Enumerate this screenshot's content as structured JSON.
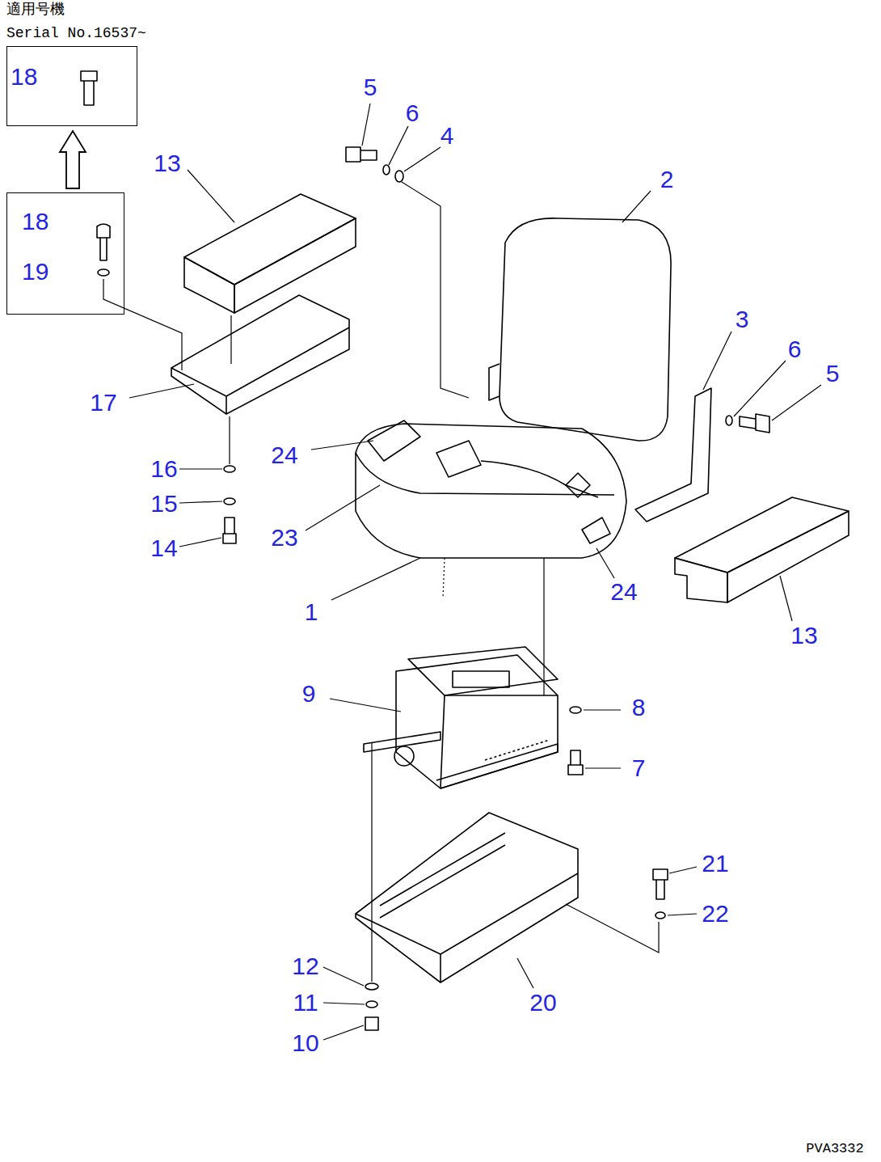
{
  "diagram": {
    "nodes": [
      {
        "text": [
          "18"
        ]
      },
      {
        "text": [
          "18",
          "19"
        ]
      }
    ],
    "edges": [
      {
        "from": 1,
        "to": 0,
        "arrow": "to"
      }
    ],
    "labels": [
      "適用号機",
      "Serial No.16537~",
      "13",
      "5",
      "6",
      "4",
      "2",
      "3",
      "6",
      "5",
      "17",
      "16",
      "15",
      "14",
      "24",
      "23",
      "1",
      "24",
      "13",
      "9",
      "8",
      "7",
      "21",
      "22",
      "12",
      "11",
      "10",
      "20",
      "PVA3332"
    ]
  }
}
